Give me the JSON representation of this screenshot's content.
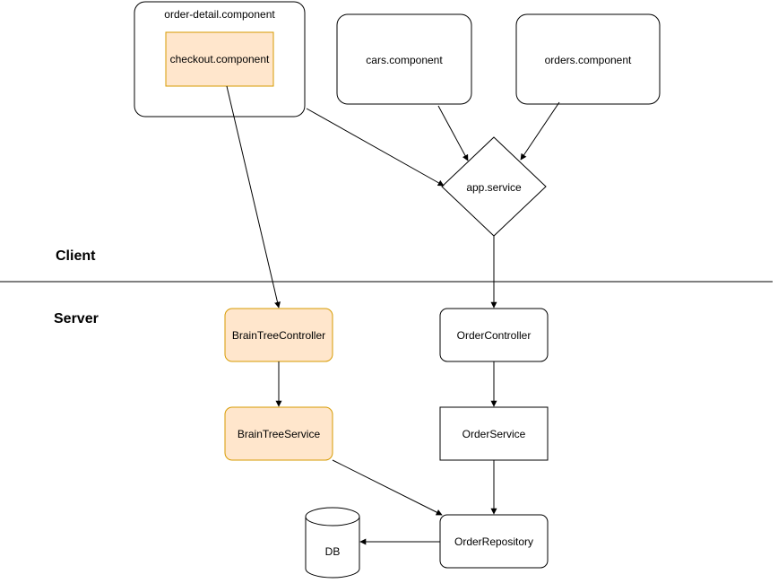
{
  "zones": {
    "client": "Client",
    "server": "Server"
  },
  "nodes": {
    "order_detail": "order-detail.component",
    "checkout": "checkout.component",
    "cars": "cars.component",
    "orders": "orders.component",
    "app_service": "app.service",
    "braintree_controller": "BrainTreeController",
    "order_controller": "OrderController",
    "braintree_service": "BrainTreeService",
    "order_service": "OrderService",
    "order_repository": "OrderRepository",
    "db": "DB"
  },
  "colors": {
    "highlight_fill": "#ffe6cc",
    "highlight_stroke": "#d79b00",
    "line": "#000000"
  }
}
